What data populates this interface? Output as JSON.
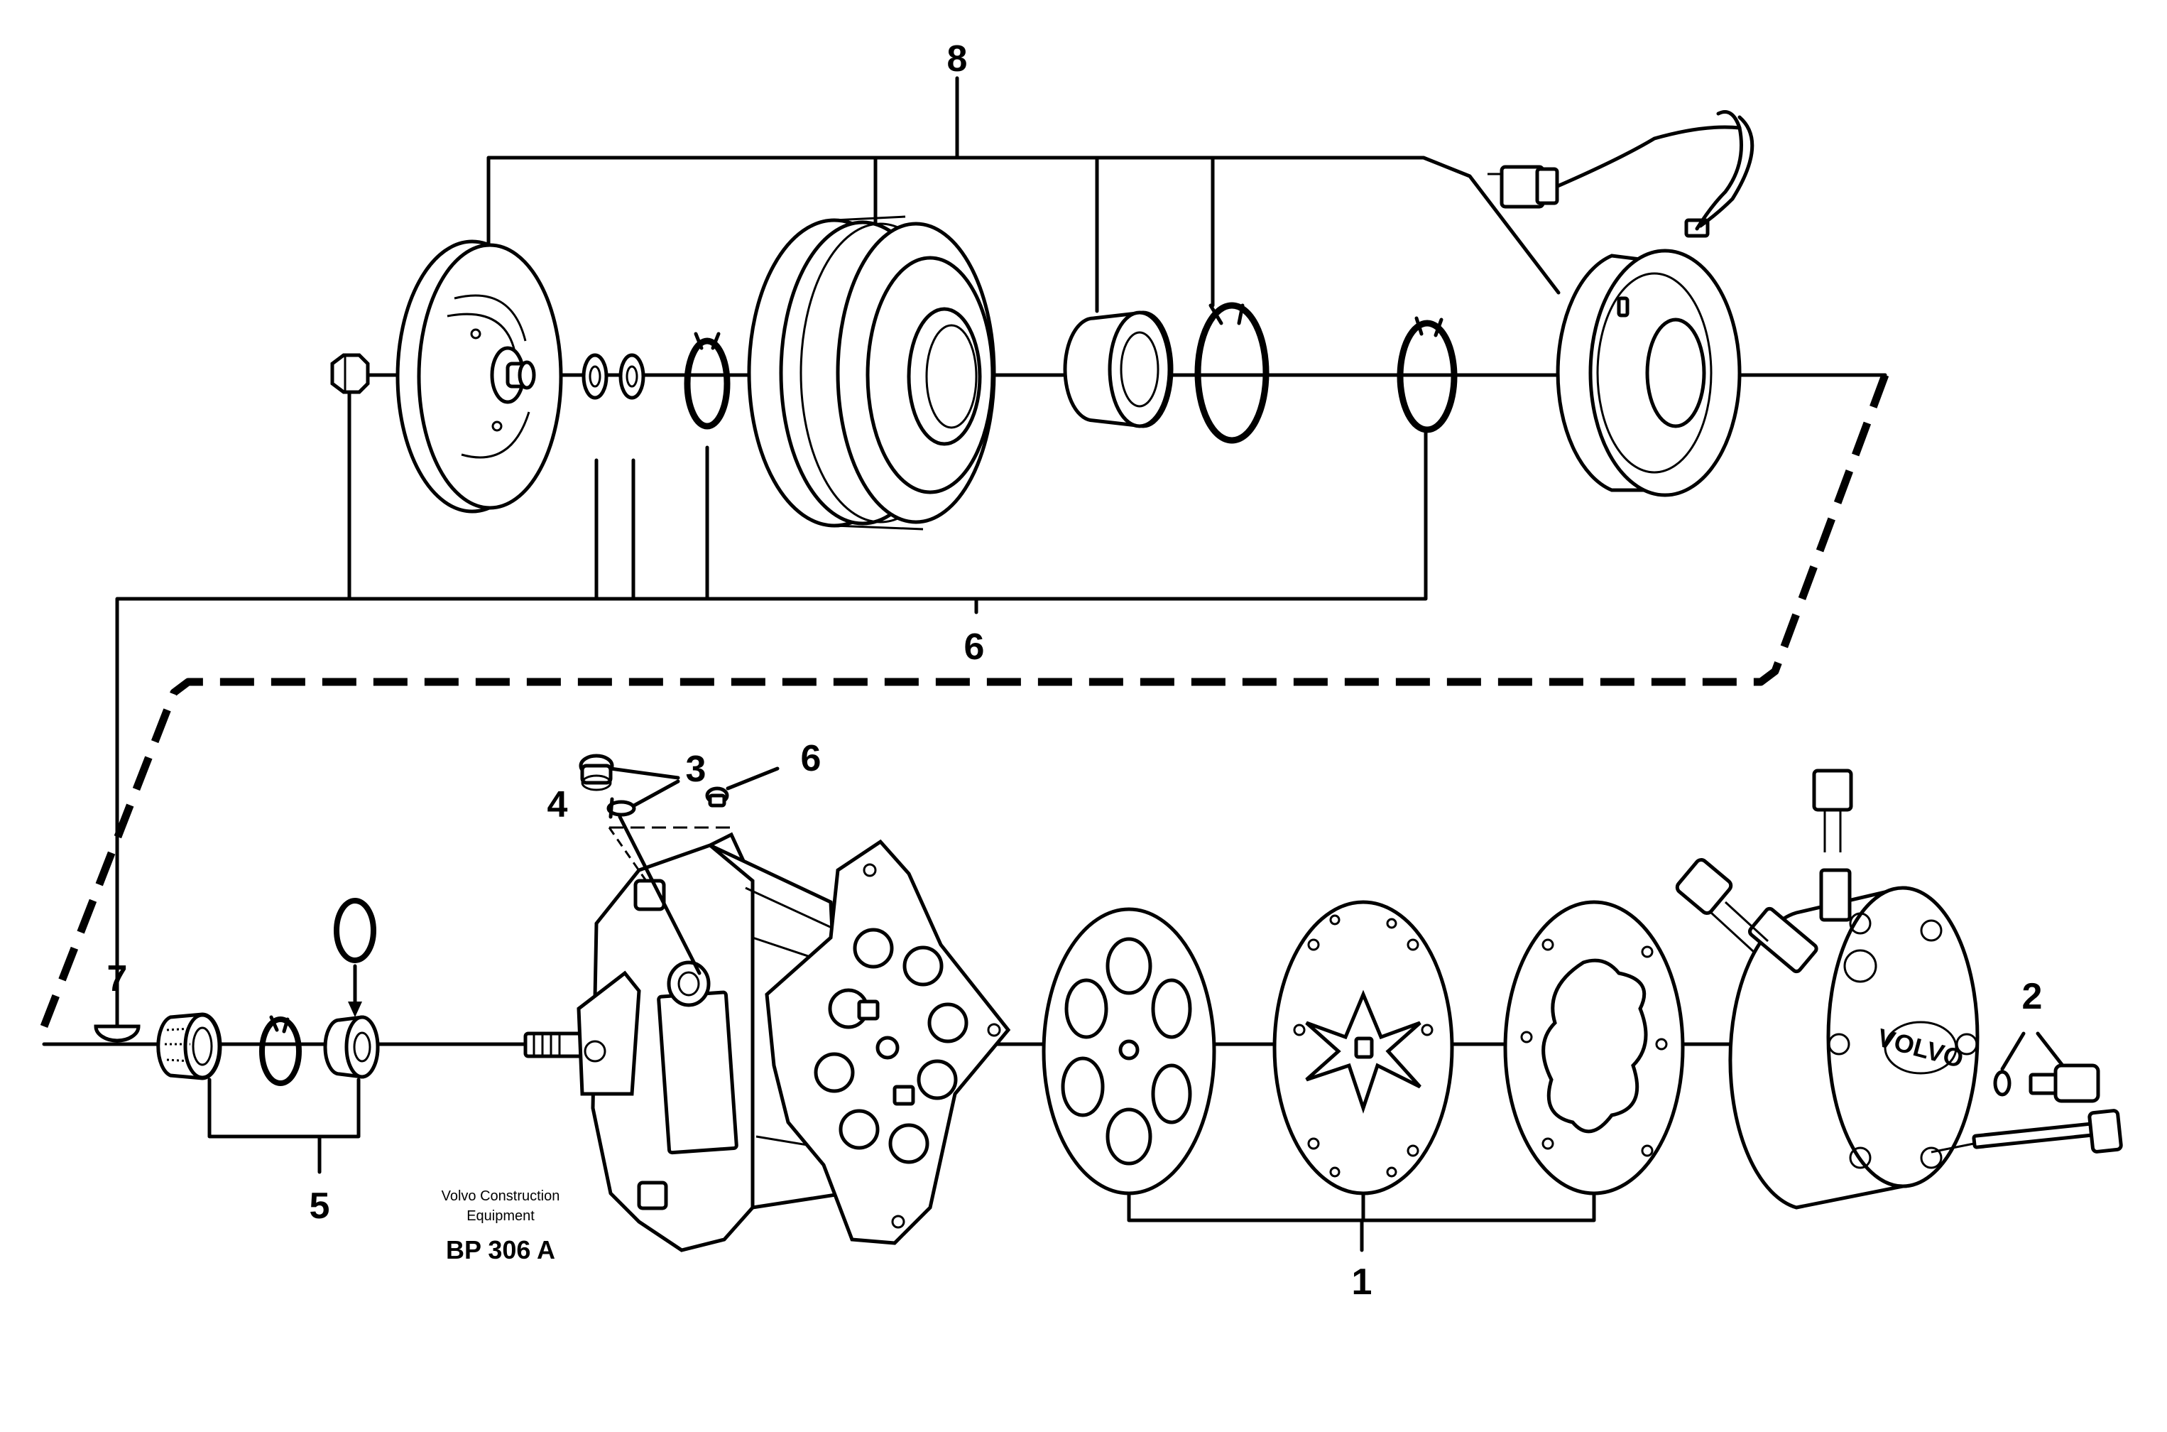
{
  "callouts": {
    "c1": "1",
    "c2": "2",
    "c3": "3",
    "c4": "4",
    "c5": "5",
    "c6_upper": "6",
    "c6_lower": "6",
    "c7": "7",
    "c8": "8"
  },
  "credit": {
    "line1": "Volvo Construction",
    "line2": "Equipment"
  },
  "drawing_code": "BP 306 A",
  "nameplate": "VOLVO"
}
